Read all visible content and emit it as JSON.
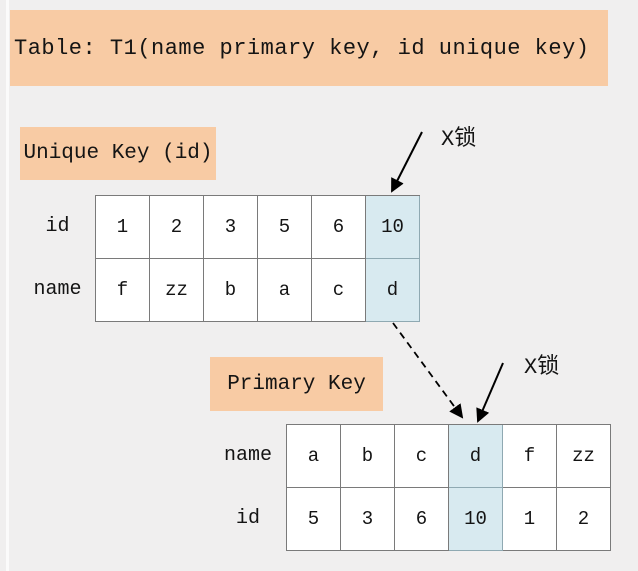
{
  "title_banner": {
    "text": "Table: T1(name primary key, id unique key)"
  },
  "section_labels": {
    "unique_key": "Unique Key (id)",
    "primary_key": "Primary Key"
  },
  "annotations": {
    "xlock_unique": "X锁",
    "xlock_primary": "X锁"
  },
  "colors": {
    "page_bg": "#f0efef",
    "banner_bg": "#f8cba4",
    "highlight_bg": "#d8eaf0",
    "table_border": "#7a7a7a",
    "arrow": "#000000"
  },
  "unique_key_table": {
    "row_labels": [
      "id",
      "name"
    ],
    "rows": [
      [
        "1",
        "2",
        "3",
        "5",
        "6",
        "10"
      ],
      [
        "f",
        "zz",
        "b",
        "a",
        "c",
        "d"
      ]
    ],
    "highlighted_column": 6,
    "locked_entry": {
      "id": "10",
      "name": "d"
    }
  },
  "primary_key_table": {
    "row_labels": [
      "name",
      "id"
    ],
    "rows": [
      [
        "a",
        "b",
        "c",
        "d",
        "f",
        "zz"
      ],
      [
        "5",
        "3",
        "6",
        "10",
        "1",
        "2"
      ]
    ],
    "highlighted_column": 4,
    "locked_entry": {
      "name": "d",
      "id": "10"
    }
  }
}
